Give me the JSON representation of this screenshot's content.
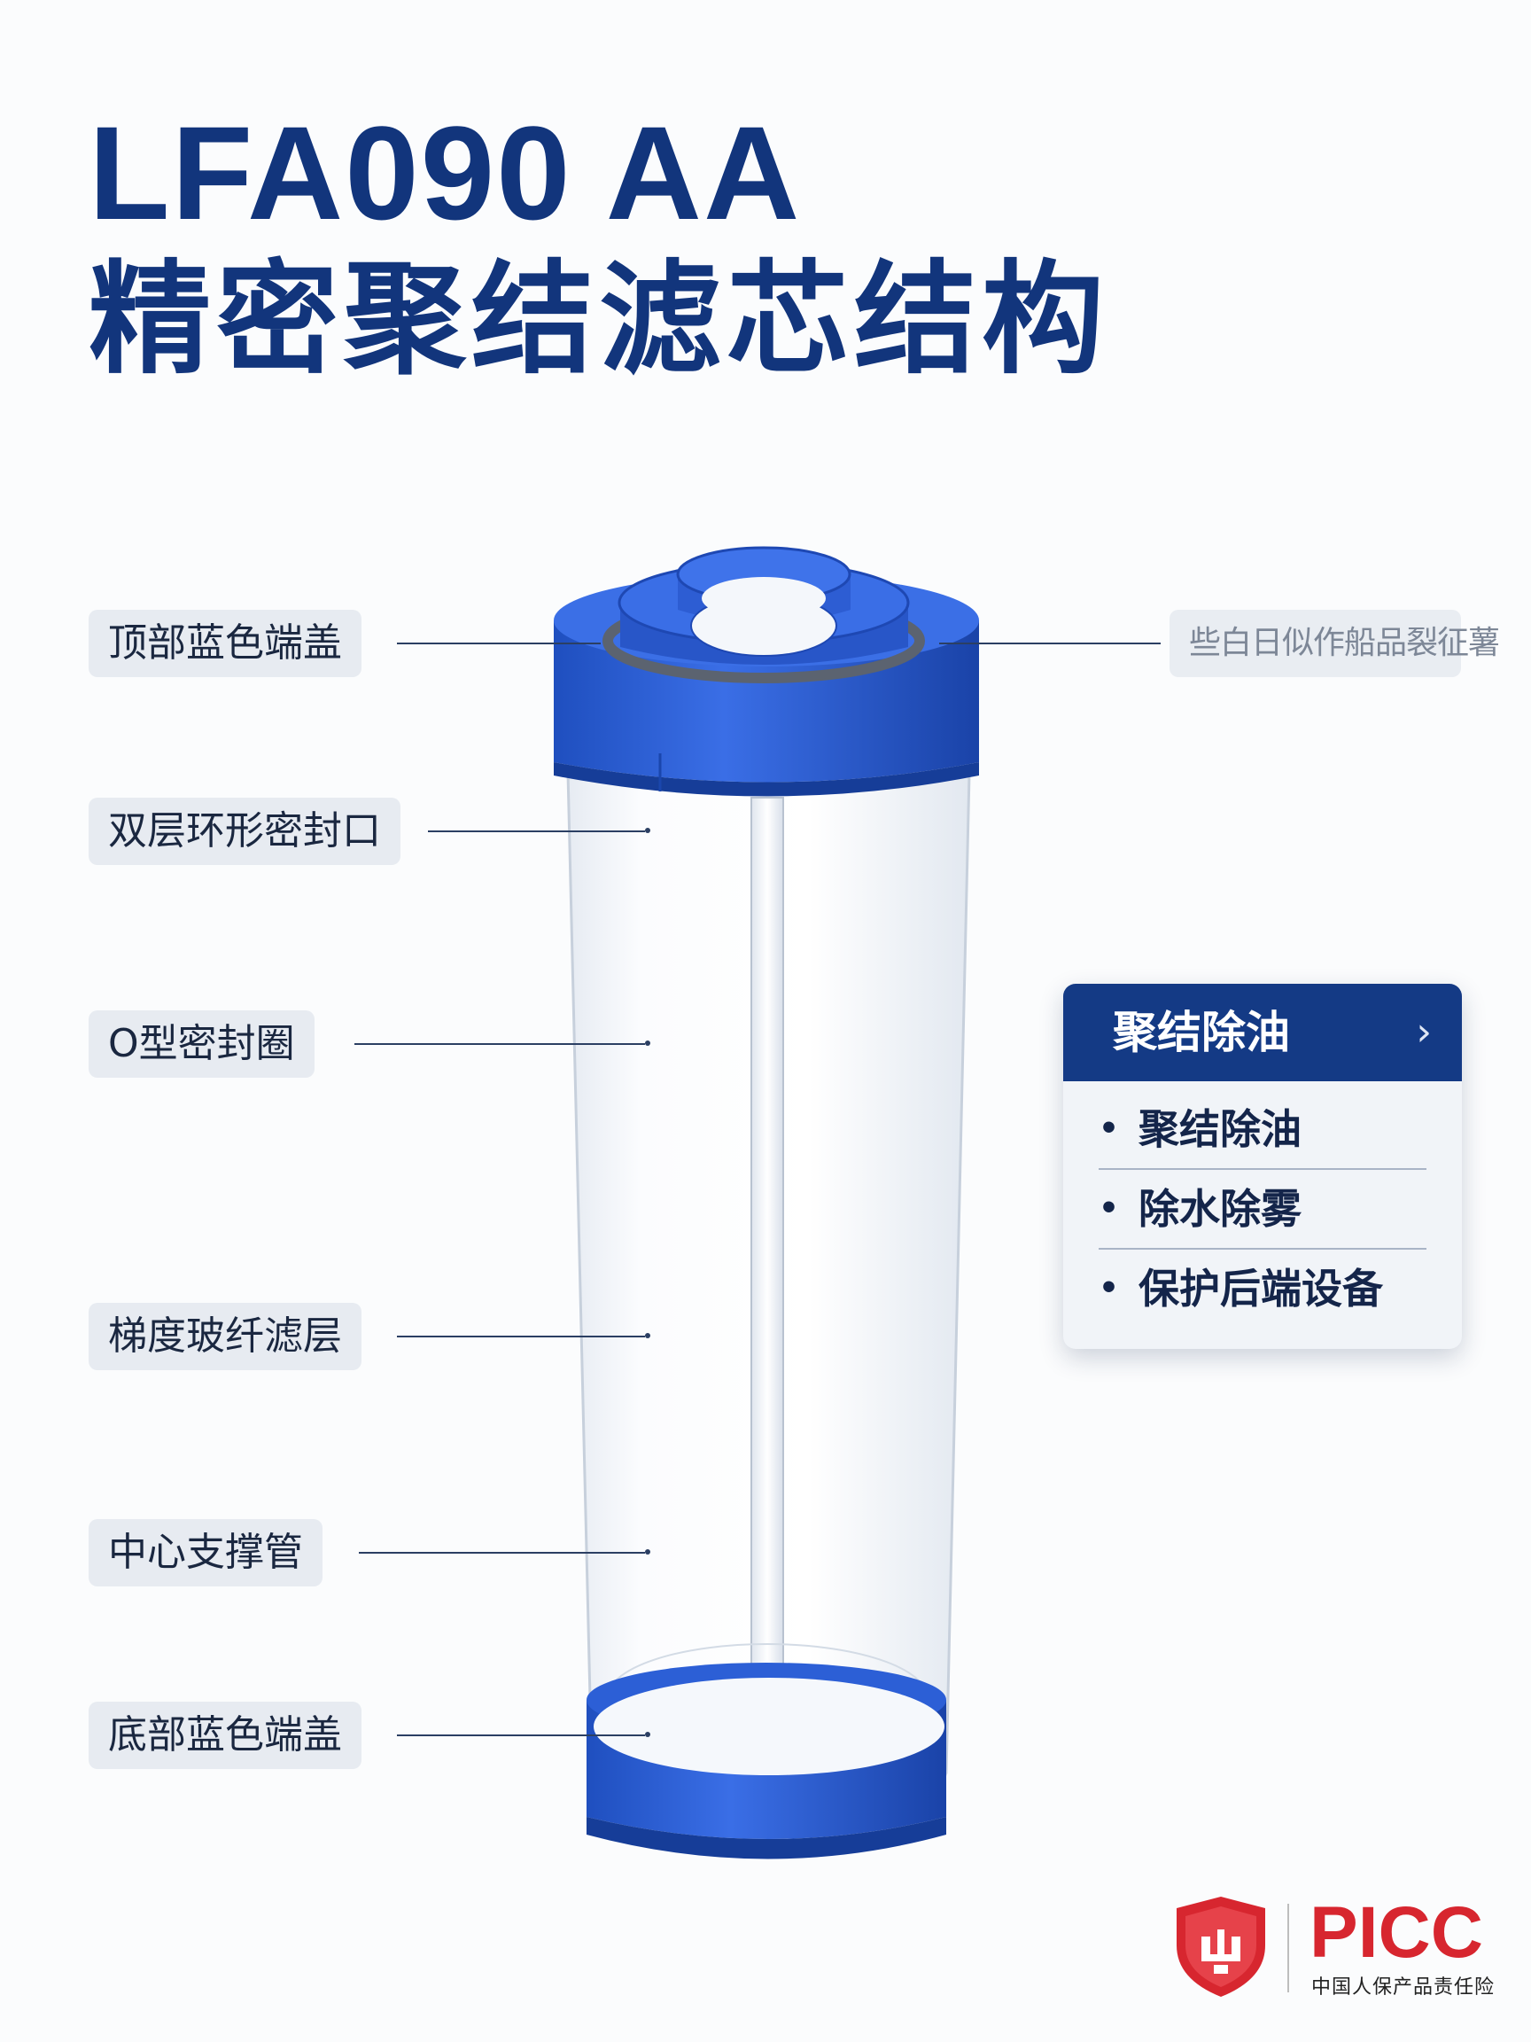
{
  "title": {
    "line1": "LFA090 AA",
    "line2": "精密聚结滤芯结构"
  },
  "callouts": {
    "top_cap": "顶部蓝色端盖",
    "double_seal": "双层环形密封口",
    "o_ring": "O型密封圈",
    "gradient_layer": "梯度玻纤滤层",
    "center_tube": "中心支撑管",
    "bottom_cap": "底部蓝色端盖",
    "right_label": "些白日似作船品裂征薯"
  },
  "feature_card": {
    "title": "聚结除油",
    "items": [
      "聚结除油",
      "除水除雾",
      "保护后端设备"
    ]
  },
  "logo": {
    "brand": "PICC",
    "subtitle": "中国人保产品责任险"
  },
  "colors": {
    "title": "#12357c",
    "cap_blue": "#2a5bd0",
    "card_header": "#143a85",
    "logo_red": "#d7262f"
  },
  "icons": {
    "card_chevron": "chevron-right-icon",
    "logo_mark": "shield-icon"
  }
}
